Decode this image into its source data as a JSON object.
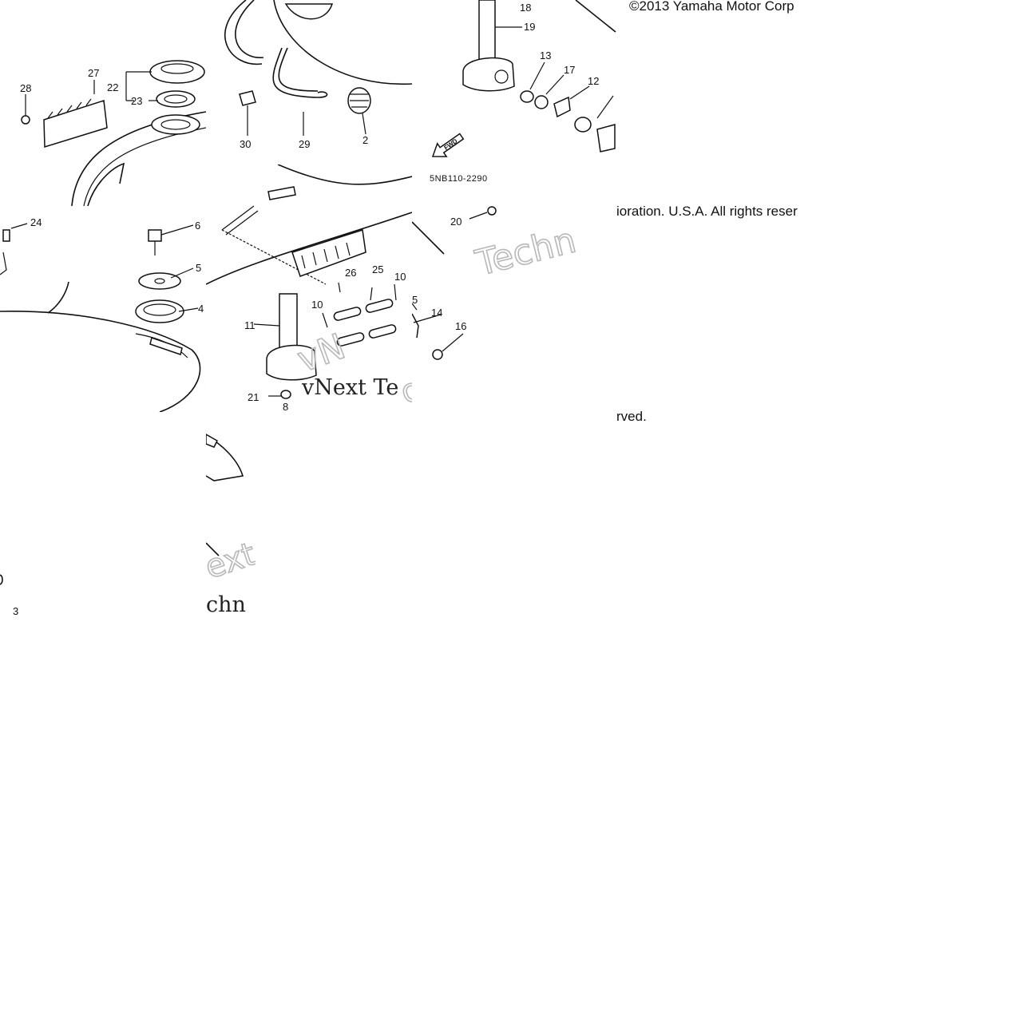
{
  "copyright_top": "©2013 Yamaha Motor Corp",
  "copyright_mid": "ioration. U.S.A. All rights reser",
  "copyright_low": "rved.",
  "diagram_code": "5NB110-2290",
  "fwd_arrow": "FWD",
  "watermarks": {
    "top_right": "Techn",
    "mid": "vNext Te",
    "mid_outline": "vN",
    "mid_low": "on",
    "left_bottom_1": "ext",
    "left_bottom_2": "chn"
  },
  "part_labels": {
    "p2": "2",
    "p3": "3",
    "p5a": "5",
    "p5b": "5",
    "p6": "6",
    "p4": "4",
    "p8": "8",
    "p10a": "10",
    "p10b": "10",
    "p11": "11",
    "p12": "12",
    "p13": "13",
    "p14": "14",
    "p16": "16",
    "p17": "17",
    "p18": "18",
    "p19": "19",
    "p20": "20",
    "p21": "21",
    "p22": "22",
    "p23": "23",
    "p24": "24",
    "p25": "25",
    "p26": "26",
    "p27": "27",
    "p28": "28",
    "p29": "29",
    "p30": "30"
  }
}
